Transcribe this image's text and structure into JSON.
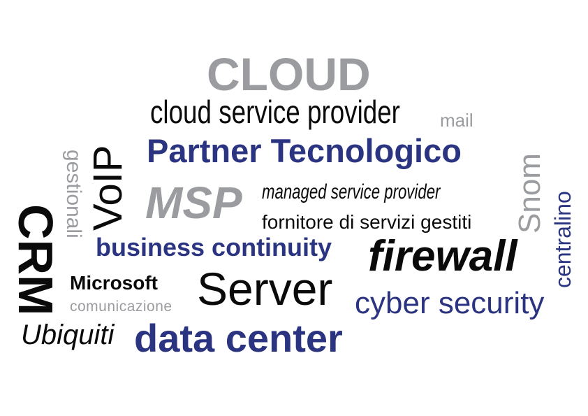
{
  "colors": {
    "navy": "#2b3480",
    "gray": "#9b9c9f",
    "black": "#0a0a0a"
  },
  "words": {
    "cloud": "CLOUD",
    "cloud_service_provider": "cloud service provider",
    "mail": "mail",
    "partner_tecnologico": "Partner Tecnologico",
    "voip": "VoIP",
    "gestionali": "gestionali",
    "crm": "CRM",
    "msp": "MSP",
    "managed_service_provider": "managed service provider",
    "fornitore": "fornitore di servizi gestiti",
    "snom": "Snom",
    "centralino": "centralino",
    "business_continuity": "business continuity",
    "firewall": "firewall",
    "microsoft": "Microsoft",
    "comunicazione": "comunicazione",
    "server": "Server",
    "cyber_security": "cyber security",
    "ubiquiti": "Ubiquiti",
    "data_center": "data center"
  }
}
